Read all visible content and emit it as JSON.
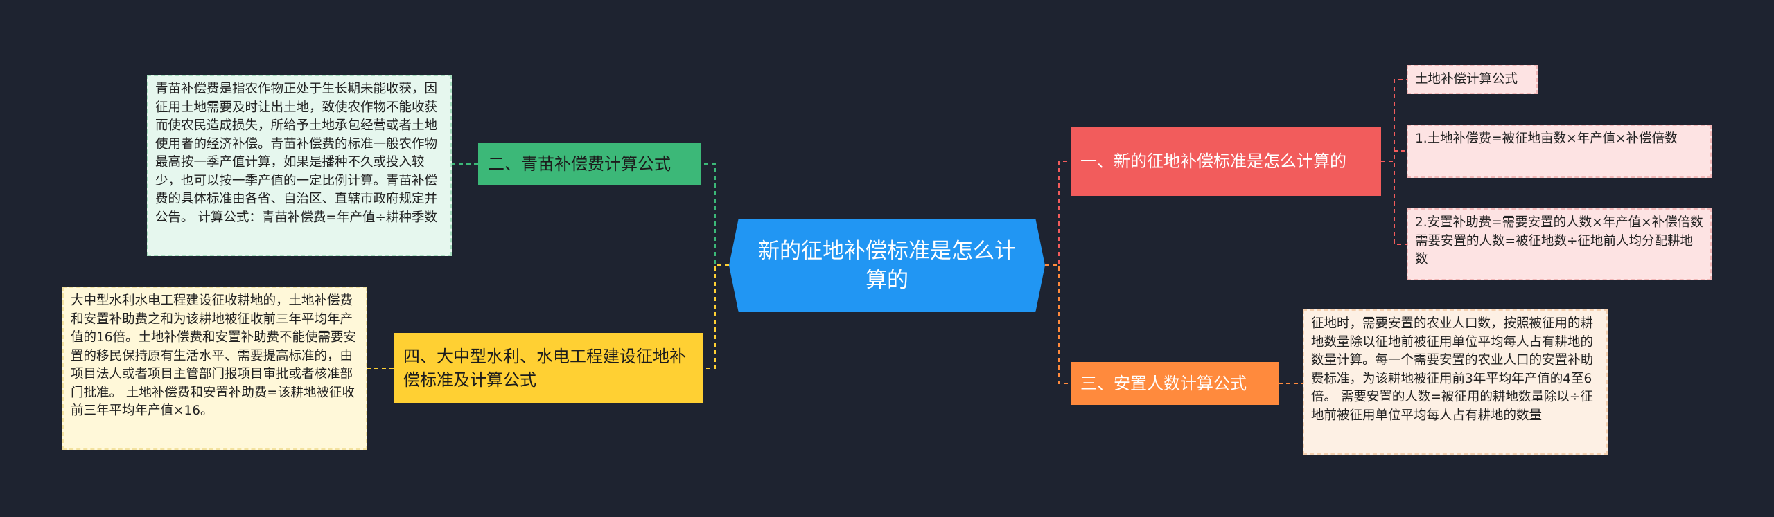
{
  "root": {
    "title": "新的征地补偿标准是怎么计算的"
  },
  "branches": {
    "green": {
      "label": "二、青苗补偿费计算公式",
      "detail": "青苗补偿费是指农作物正处于生长期未能收获，因征用土地需要及时让出土地，致使农作物不能收获而使农民造成损失，所给予土地承包经营或者土地使用者的经济补偿。青苗补偿费的标准一般农作物最高按一季产值计算，如果是播种不久或投入较少，也可以按一季产值的一定比例计算。青苗补偿费的具体标准由各省、自治区、直辖市政府规定并公告。 计算公式：青苗补偿费=年产值÷耕种季数"
    },
    "yellow": {
      "label": "四、大中型水利、水电工程建设征地补偿标准及计算公式",
      "detail": "大中型水利水电工程建设征收耕地的，土地补偿费和安置补助费之和为该耕地被征收前三年平均年产值的16倍。土地补偿费和安置补助费不能使需要安置的移民保持原有生活水平、需要提高标准的，由项目法人或者项目主管部门报项目审批或者核准部门批准。 土地补偿费和安置补助费=该耕地被征收前三年平均年产值×16。"
    },
    "red": {
      "label": "一、新的征地补偿标准是怎么计算的",
      "items": [
        "土地补偿计算公式",
        "1.土地补偿费=被征地亩数×年产值×补偿倍数",
        "2.安置补助费=需要安置的人数×年产值×补偿倍数 需要安置的人数=被征地数÷征地前人均分配耕地数"
      ]
    },
    "orange": {
      "label": "三、安置人数计算公式",
      "detail": "征地时，需要安置的农业人口数，按照被征用的耕地数量除以征地前被征用单位平均每人占有耕地的数量计算。每一个需要安置的农业人口的安置补助费标准，为该耕地被征用前3年平均年产值的4至6倍。 需要安置的人数=被征用的耕地数量除以÷征地前被征用单位平均每人占有耕地的数量"
    }
  },
  "colors": {
    "background": "#1e2330",
    "root": "#2196f3",
    "green": "#3cb878",
    "yellow": "#ffd033",
    "red": "#f25c5c",
    "orange": "#ff8a3d"
  }
}
